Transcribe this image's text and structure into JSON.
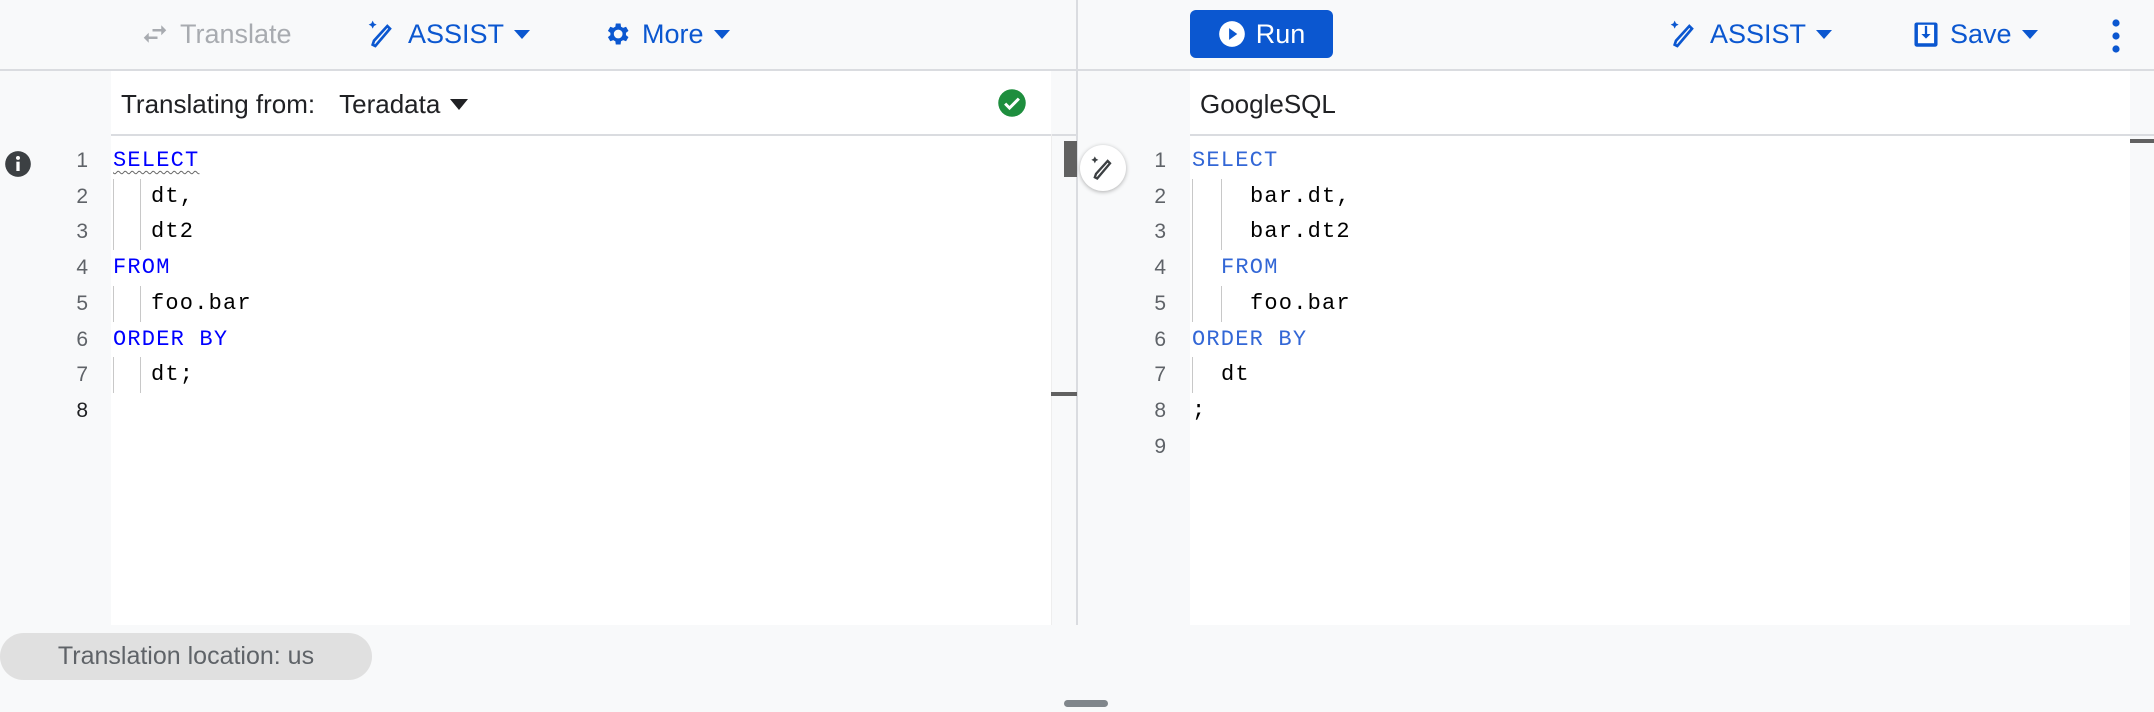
{
  "colors": {
    "accent": "#0b57d0",
    "success": "#1e8e3e",
    "keyword_source": "#0000ff",
    "keyword_target": "#3367d6"
  },
  "left_toolbar": {
    "translate_label": "Translate",
    "translate_icon": "swap-arrows-icon",
    "assist_label": "ASSIST",
    "assist_icon": "magic-pen-icon",
    "more_label": "More",
    "more_icon": "gear-icon"
  },
  "right_toolbar": {
    "run_label": "Run",
    "run_icon": "play-circle-icon",
    "assist_label": "ASSIST",
    "save_label": "Save",
    "save_icon": "save-download-icon",
    "menu_icon": "more-vert-icon"
  },
  "source": {
    "header_label": "Translating from:",
    "dialect": "Teradata",
    "status_icon": "check-circle-icon",
    "gutter_icon": "info-icon",
    "active_line": 8,
    "lines": [
      {
        "n": "1",
        "indent": 0,
        "tokens": [
          {
            "t": "SELECT",
            "kw": true,
            "warn": true
          }
        ]
      },
      {
        "n": "2",
        "indent": 1,
        "tokens": [
          {
            "t": "dt,"
          }
        ]
      },
      {
        "n": "3",
        "indent": 1,
        "tokens": [
          {
            "t": "dt2"
          }
        ]
      },
      {
        "n": "4",
        "indent": 0,
        "tokens": [
          {
            "t": "FROM",
            "kw": true
          }
        ]
      },
      {
        "n": "5",
        "indent": 1,
        "tokens": [
          {
            "t": "foo.bar"
          }
        ]
      },
      {
        "n": "6",
        "indent": 0,
        "tokens": [
          {
            "t": "ORDER BY",
            "kw": true
          }
        ]
      },
      {
        "n": "7",
        "indent": 1,
        "tokens": [
          {
            "t": "dt;"
          }
        ]
      },
      {
        "n": "8",
        "indent": 0,
        "tokens": []
      }
    ]
  },
  "target": {
    "header_label": "GoogleSQL",
    "gutter_icon": "magic-pen-icon",
    "lines": [
      {
        "n": "1",
        "indent": 0,
        "tokens": [
          {
            "t": "SELECT",
            "kw": true
          }
        ]
      },
      {
        "n": "2",
        "indent": 2,
        "tokens": [
          {
            "t": "bar.dt,"
          }
        ]
      },
      {
        "n": "3",
        "indent": 2,
        "tokens": [
          {
            "t": "bar.dt2"
          }
        ]
      },
      {
        "n": "4",
        "indent": 1,
        "tokens": [
          {
            "t": "FROM",
            "kw": true
          }
        ]
      },
      {
        "n": "5",
        "indent": 2,
        "tokens": [
          {
            "t": "foo.bar"
          }
        ]
      },
      {
        "n": "6",
        "indent": 0,
        "tokens": [
          {
            "t": "ORDER BY",
            "kw": true
          }
        ]
      },
      {
        "n": "7",
        "indent": 1,
        "tokens": [
          {
            "t": "dt"
          }
        ]
      },
      {
        "n": "8",
        "indent": 0,
        "tokens": [
          {
            "t": ";"
          }
        ]
      },
      {
        "n": "9",
        "indent": 0,
        "tokens": []
      }
    ]
  },
  "footer": {
    "location_label": "Translation location: us"
  }
}
